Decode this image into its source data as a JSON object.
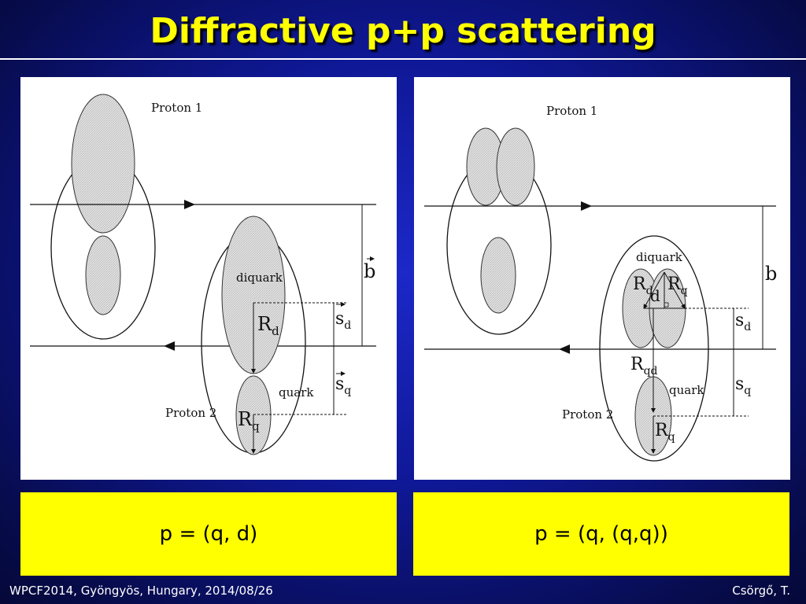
{
  "title": "Diffractive p+p scattering",
  "left_diagram": {
    "proton1": "Proton 1",
    "proton2": "Proton 2",
    "diquark": "diquark",
    "quark": "quark",
    "b": "b",
    "R": "R",
    "d_sub": "d",
    "q_sub": "q",
    "s": "s"
  },
  "right_diagram": {
    "proton1": "Proton 1",
    "proton2": "Proton 2",
    "diquark": "diquark",
    "quark": "quark",
    "b": "b",
    "R": "R",
    "d_sub": "d",
    "q_sub": "q",
    "qd_sub": "qd",
    "s": "s",
    "d": "d"
  },
  "captions": {
    "left": "p = (q, d)",
    "right": "p = (q, (q,q))"
  },
  "footer": {
    "left": "WPCF2014, Gyöngyös, Hungary, 2014/08/26",
    "right": "Csörgő, T."
  }
}
